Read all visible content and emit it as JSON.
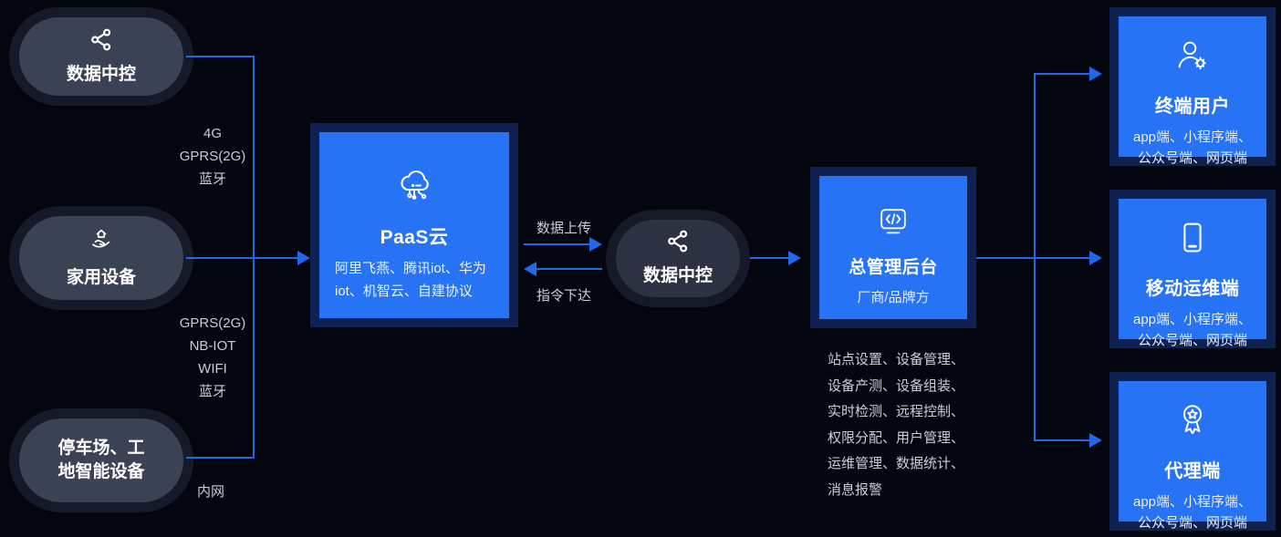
{
  "colors": {
    "background": "#04060f",
    "box_blue": "#2673f5",
    "box_frame_navy": "#0e2151",
    "connector_blue": "#2067ec",
    "pill_ring": "#151a28",
    "pill_fill": "#3b4254",
    "pill_fill_dark": "#2d3242",
    "text_white": "#ffffff",
    "text_muted": "#c7cdd9"
  },
  "left_nodes": [
    {
      "label": "数据中控",
      "icon": "share-nodes-icon"
    },
    {
      "label": "家用设备",
      "icon": "hand-holding-house-icon"
    },
    {
      "label": "停车场、工地智能设备"
    }
  ],
  "connection_labels": {
    "group1": [
      "4G",
      "GPRS(2G)",
      "蓝牙"
    ],
    "group2": [
      "GPRS(2G)",
      "NB-IOT",
      "WIFI",
      "蓝牙"
    ],
    "intranet": "内网",
    "data_upload": "数据上传",
    "command_down": "指令下达"
  },
  "paas_box": {
    "title": "PaaS云",
    "description": "阿里飞燕、腾讯iot、华为iot、机智云、自建协议",
    "icon": "cloud-iot-icon"
  },
  "hub_node": {
    "label": "数据中控",
    "icon": "share-nodes-icon"
  },
  "admin_box": {
    "title": "总管理后台",
    "subtitle": "厂商/品牌方",
    "icon": "monitor-code-icon",
    "features": "站点设置、设备管理、设备产测、设备组装、实时检测、远程控制、权限分配、用户管理、运维管理、数据统计、消息报警"
  },
  "right_boxes": [
    {
      "title": "终端用户",
      "subtitle": "app端、小程序端、公众号端、网页端",
      "icon": "user-gear-icon"
    },
    {
      "title": "移动运维端",
      "subtitle": "app端、小程序端、公众号端、网页端",
      "icon": "mobile-icon"
    },
    {
      "title": "代理端",
      "subtitle": "app端、小程序端、公众号端、网页端",
      "icon": "award-icon"
    }
  ]
}
